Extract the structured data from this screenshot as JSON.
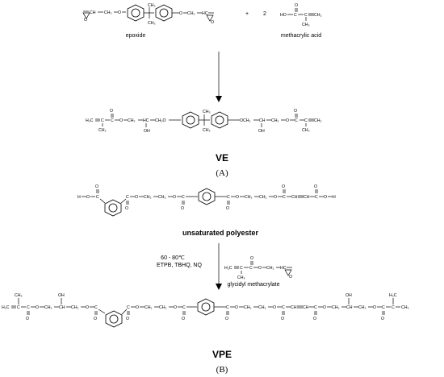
{
  "panel_a": {
    "reactant1_name": "epoxide",
    "plus": "+",
    "stoich": "2",
    "reactant2_name": "methacrylic acid",
    "product_name": "VE",
    "label": "(A)"
  },
  "panel_b": {
    "reactant_name": "unsaturated polyester",
    "conditions_temp": "60 - 80℃",
    "conditions_cat": "ETPB, TBHQ, NQ",
    "reagent_name": "glycidyl methacrylate",
    "product_name": "VPE",
    "label": "(B)"
  },
  "atoms": {
    "O": "O",
    "H": "H",
    "HO": "HO",
    "OH": "OH",
    "C": "C",
    "CH": "CH",
    "HC": "HC",
    "CH2": "CH₂",
    "CH3": "CH₃",
    "H2C": "H₂C",
    "CH2O": "CH₂O",
    "OCH2": "OCH₂"
  }
}
